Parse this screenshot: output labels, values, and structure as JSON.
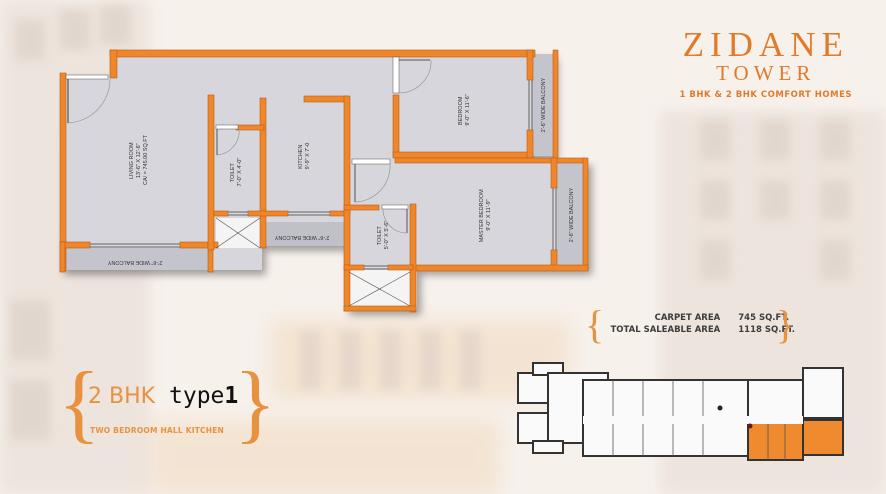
{
  "brand": {
    "name_line1": "ZIDANE",
    "name_line2": "TOWER",
    "tagline": "1 BHK & 2 BHK COMFORT HOMES",
    "accent_color": "#e27a2a"
  },
  "areas": {
    "rows": [
      {
        "label": "CARPET AREA",
        "value": "745 SQ.FT."
      },
      {
        "label": "TOTAL SALEABLE AREA",
        "value": "1118 SQ.FT."
      }
    ]
  },
  "unit": {
    "bhk": "2 BHK",
    "type_word": "type",
    "type_number": "1",
    "description": "TWO BEDROOM HALL KITCHEN",
    "brace_open": "{",
    "brace_close": "}"
  },
  "floor_plan": {
    "wall_color": "#f0862a",
    "room_fill": "#d4d4db",
    "rooms": [
      {
        "id": "living",
        "name": "LIVING ROOM",
        "size": "13'-6\" X 12'-6\"",
        "extra": "CA/ = 745.00 SQ.FT"
      },
      {
        "id": "toilet1",
        "name": "TOILET",
        "size": "7'-0\" X 4'-0\""
      },
      {
        "id": "kitchen",
        "name": "KITCHEN",
        "size": "9'-9\" X 7'-0"
      },
      {
        "id": "bedroom",
        "name": "BEDROOM",
        "size": "9'-0\" X 11'-6\""
      },
      {
        "id": "master",
        "name": "MASTER BEDROOM",
        "size": "9'-0\" X 11'-9\""
      },
      {
        "id": "toilet2",
        "name": "TOILET",
        "size": "5'-0\" X 5'-6\""
      }
    ],
    "balconies": [
      {
        "id": "bal-living",
        "label": "2'-6\" WIDE BALCONY"
      },
      {
        "id": "bal-kitchen",
        "label": "2'-6\" WIDE BALCONY"
      },
      {
        "id": "bal-bedroom",
        "label": "2'-6\" WIDE BALCONY"
      },
      {
        "id": "bal-master",
        "label": "2'-6\" WIDE BALCONY"
      }
    ]
  },
  "key_plan": {
    "highlight_color": "#ef8a2e"
  }
}
